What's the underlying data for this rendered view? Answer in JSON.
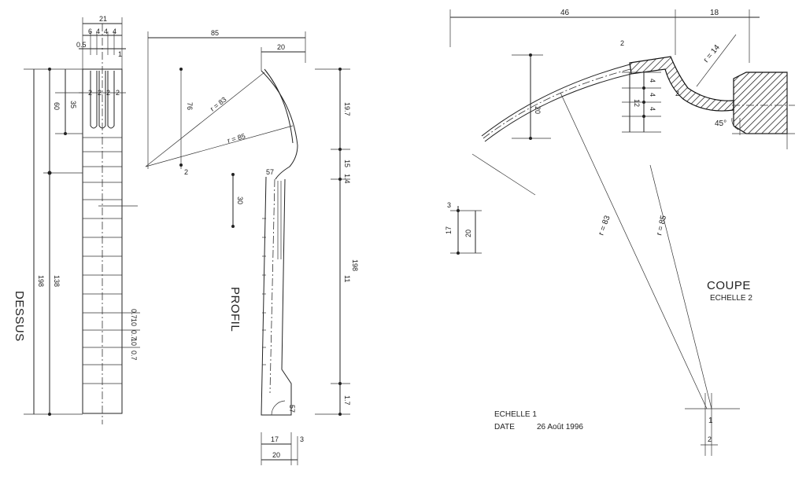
{
  "views": {
    "top": {
      "title": "DESSUS",
      "dims": [
        "21",
        "6",
        "4",
        "4",
        "4",
        "0.5",
        "1",
        "2",
        "2",
        "2",
        "2",
        "35",
        "60",
        "198",
        "138",
        "0.7",
        "10",
        "0.7",
        "10",
        "0.7"
      ]
    },
    "profile": {
      "title": "PROFIL",
      "dims": [
        "85",
        "20",
        "76",
        "r = 83",
        "r = 85",
        "2",
        "57",
        "30",
        "19.7",
        "15",
        "1.4",
        "11",
        "1.7",
        "198",
        "57",
        "17",
        "20",
        "3"
      ]
    },
    "section": {
      "title": "COUPE",
      "scale": "ECHELLE 2",
      "dims": [
        "46",
        "18",
        "2",
        "r = 14",
        "2",
        "4",
        "4",
        "4",
        "12",
        "20",
        "45°",
        "r = 83",
        "r = 85",
        "3",
        "17",
        "20",
        "1",
        "2"
      ]
    }
  },
  "footer": {
    "scale": "ECHELLE 1",
    "date_label": "DATE",
    "date_value": "26 Août 1996"
  }
}
